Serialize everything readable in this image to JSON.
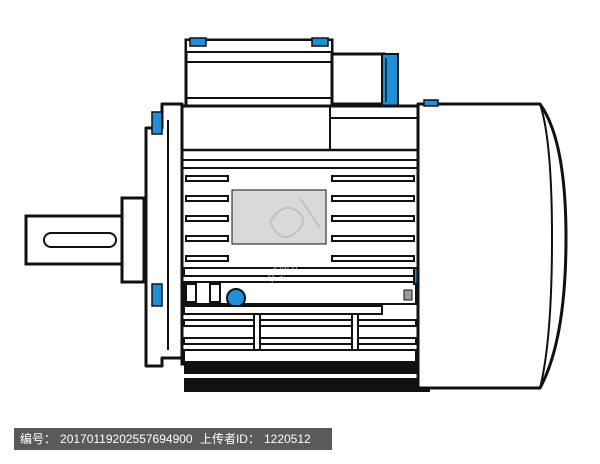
{
  "footer": {
    "id_label": "编号：",
    "id_value": "20170119202557694900",
    "uploader_label": "上传者ID：",
    "uploader_value": "1220512"
  },
  "watermark": {
    "text": "汇图网"
  },
  "colors": {
    "outline": "#111111",
    "accent": "#1f8fd6",
    "panel": "#d9d9d9",
    "body": "#ffffff",
    "footer_bg": "#5a5a5a",
    "base": "#111111",
    "indicator": "#9a9a9a"
  },
  "icons": [
    "motor-illustration",
    "watermark-logo-icon"
  ]
}
